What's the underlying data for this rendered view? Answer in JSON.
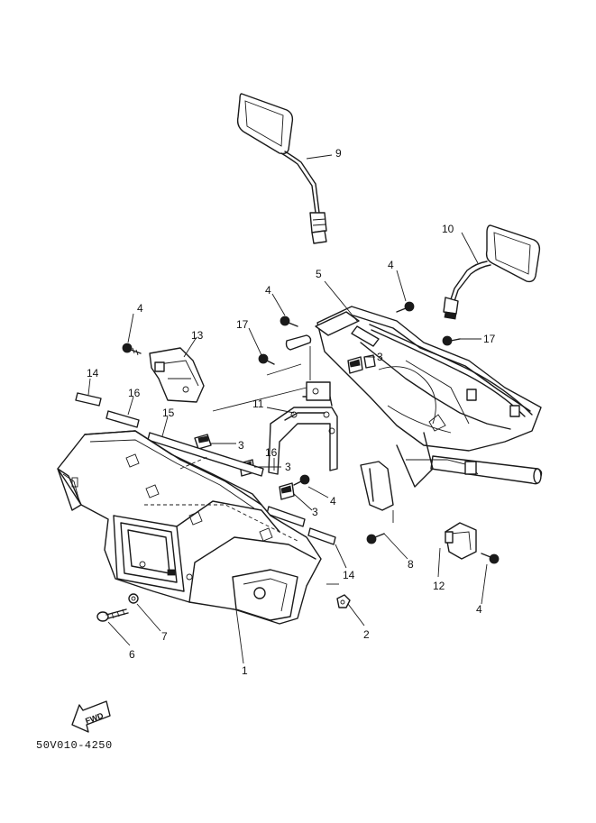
{
  "diagram": {
    "callouts": {
      "c1": "1",
      "c2": "2",
      "c3a": "3",
      "c3b": "3",
      "c3c": "3",
      "c3d": "3",
      "c4a": "4",
      "c4b": "4",
      "c4c": "4",
      "c4d": "4",
      "c4e": "4",
      "c5": "5",
      "c6": "6",
      "c7": "7",
      "c8": "8",
      "c9": "9",
      "c10": "10",
      "c11": "11",
      "c12": "12",
      "c13": "13",
      "c14a": "14",
      "c14b": "14",
      "c15": "15",
      "c16a": "16",
      "c16b": "16",
      "c17a": "17",
      "c17b": "17"
    },
    "fwd_label": "FWD",
    "catalog_code": "50V010-4250"
  }
}
